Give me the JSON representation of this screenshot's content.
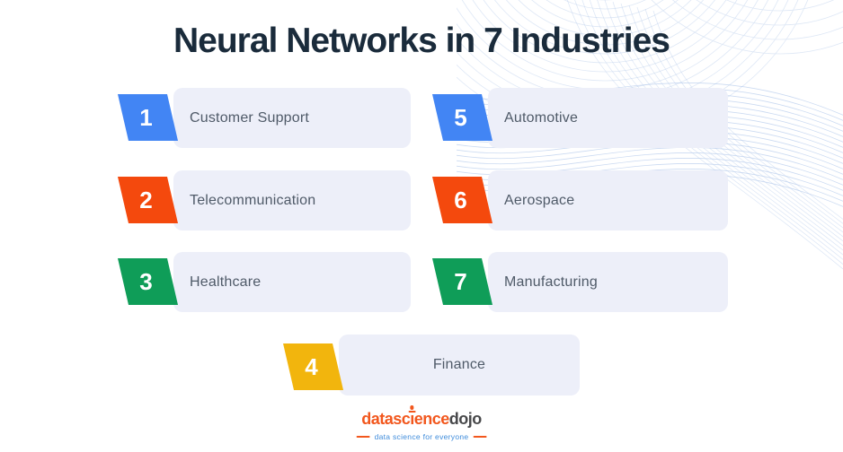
{
  "title": "Neural Networks in 7 Industries",
  "items": [
    {
      "number": "1",
      "label": "Customer Support",
      "color": "#4285F4"
    },
    {
      "number": "2",
      "label": "Telecommunication",
      "color": "#F4490D"
    },
    {
      "number": "3",
      "label": "Healthcare",
      "color": "#0F9D58"
    },
    {
      "number": "4",
      "label": "Finance",
      "color": "#F2B50D"
    },
    {
      "number": "5",
      "label": "Automotive",
      "color": "#4285F4"
    },
    {
      "number": "6",
      "label": "Aerospace",
      "color": "#F4490D"
    },
    {
      "number": "7",
      "label": "Manufacturing",
      "color": "#0F9D58"
    }
  ],
  "logo": {
    "part_data": "data",
    "part_sc": "sc",
    "part_i": "ı",
    "part_ence": "ence",
    "part_dojo": "dojo",
    "tagline": "data science for everyone"
  },
  "colors": {
    "ink": "#1A2B3B",
    "card_bg": "#EDEFF9",
    "label_text": "#4F5A68",
    "number_text": "#FFFFFF",
    "wave_blue": "#A9C2E9",
    "wave_blue_light": "#C3D4EE",
    "logo_orange": "#F2571D",
    "logo_gray": "#47484A",
    "tagline_blue": "#3F8CDB"
  }
}
